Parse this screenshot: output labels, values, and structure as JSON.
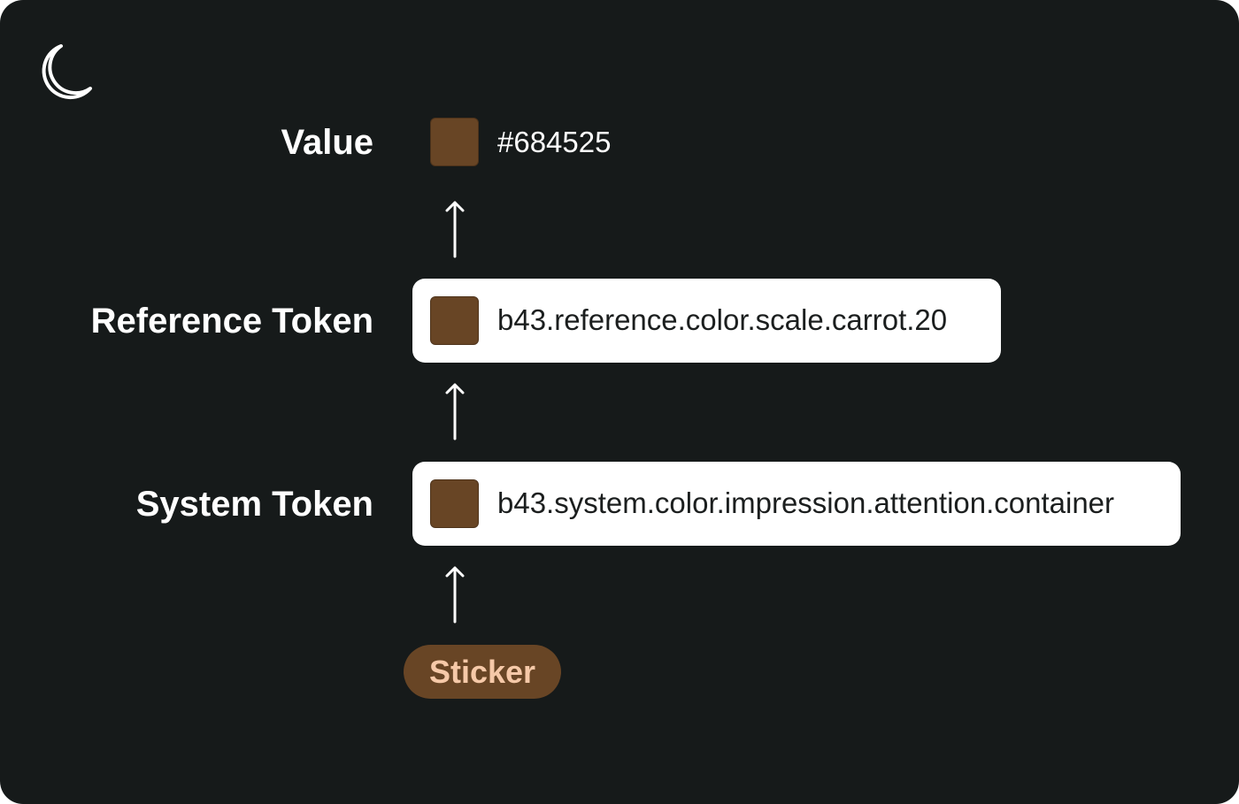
{
  "colors": {
    "background": "#161a1a",
    "swatch": "#684525",
    "sticker_bg": "#684525",
    "sticker_text": "#f6c9a8",
    "text_light": "#ffffff",
    "text_dark": "#1b1e1e"
  },
  "theme_icon": "moon-icon",
  "value_row": {
    "label": "Value",
    "value": "#684525"
  },
  "reference_row": {
    "label": "Reference Token",
    "token": "b43.reference.color.scale.carrot.20"
  },
  "system_row": {
    "label": "System Token",
    "token": "b43.system.color.impression.attention.container"
  },
  "component": {
    "label": "Sticker"
  }
}
